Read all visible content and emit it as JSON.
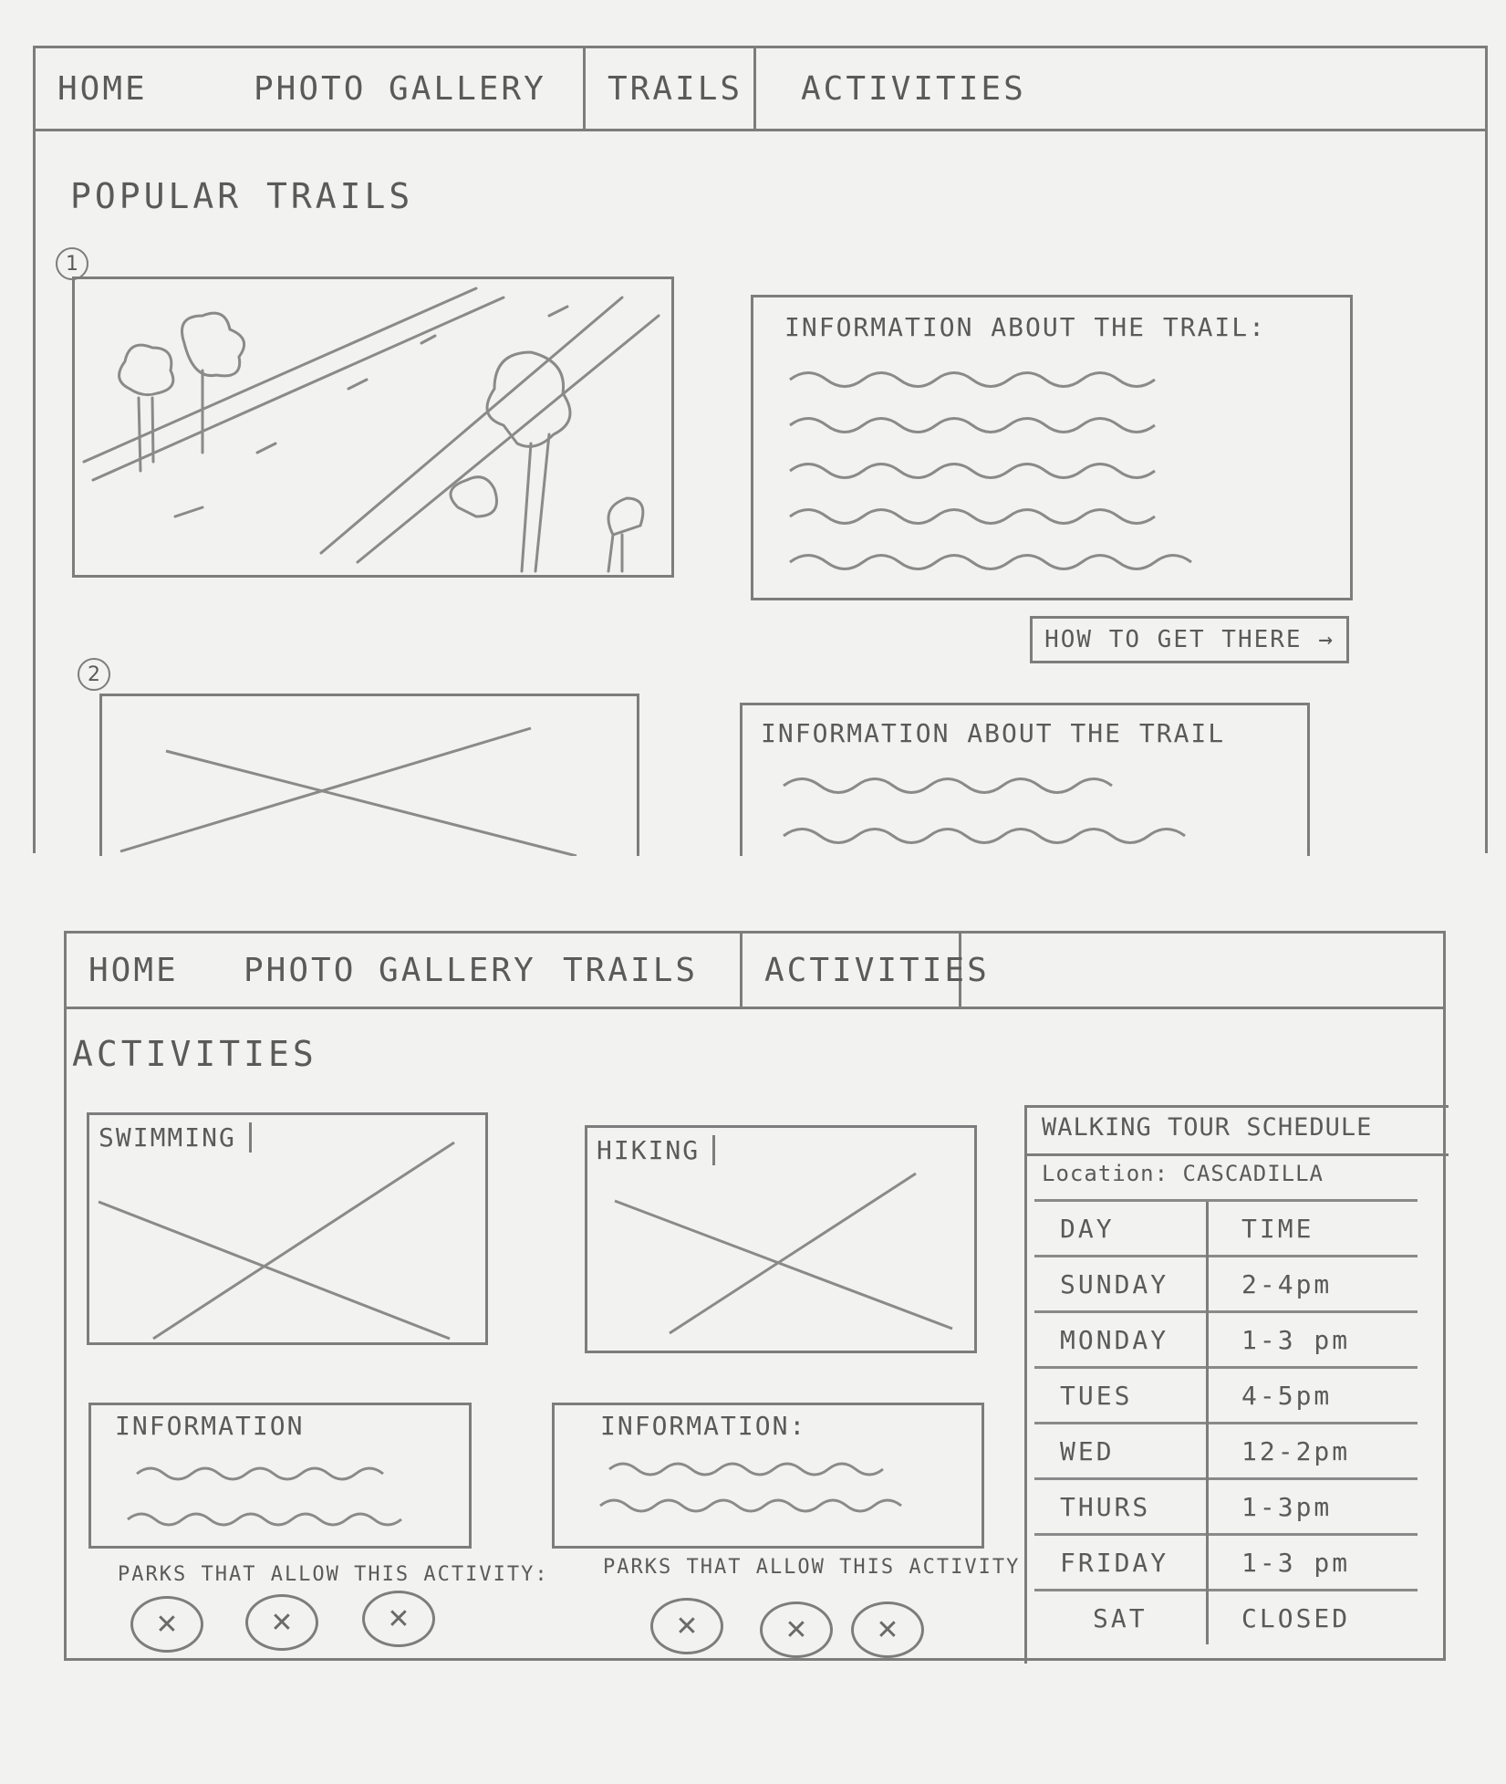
{
  "top_nav": {
    "items": [
      "HOME",
      "PHOTO GALLERY",
      "TRAILS",
      "ACTIVITIES"
    ]
  },
  "trails_page": {
    "title": "POPULAR TRAILS",
    "trail1": {
      "number": "1",
      "info_title": "INFORMATION ABOUT THE TRAIL:",
      "cta": "HOW TO GET THERE →"
    },
    "trail2": {
      "number": "2",
      "info_title": "INFORMATION ABOUT THE TRAIL"
    }
  },
  "activities_page": {
    "title": "ACTIVITIES",
    "cards": [
      {
        "title": "SWIMMING",
        "info": "INFORMATION",
        "parks_label": "PARKS THAT ALLOW THIS ACTIVITY:"
      },
      {
        "title": "HIKING",
        "info": "INFORMATION:",
        "parks_label": "PARKS THAT ALLOW THIS ACTIVITY"
      }
    ],
    "schedule": {
      "title": "WALKING TOUR SCHEDULE",
      "location": "Location: CASCADILLA",
      "col_day": "DAY",
      "col_time": "TIME",
      "rows": [
        {
          "day": "SUNDAY",
          "time": "2-4pm"
        },
        {
          "day": "MONDAY",
          "time": "1-3 pm"
        },
        {
          "day": "TUES",
          "time": "4-5pm"
        },
        {
          "day": "WED",
          "time": "12-2pm"
        },
        {
          "day": "THURS",
          "time": "1-3pm"
        },
        {
          "day": "FRIDAY",
          "time": "1-3 pm"
        },
        {
          "day": "SAT",
          "time": "CLOSED"
        }
      ]
    }
  },
  "colors": {
    "pencil": "#7d7d7d",
    "paper": "#f2f2f0"
  }
}
